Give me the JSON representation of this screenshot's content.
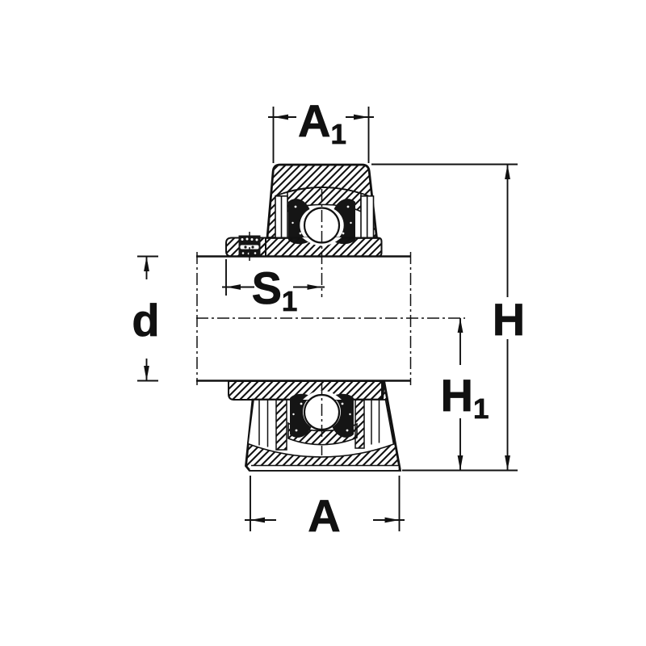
{
  "drawing": {
    "subject": "pillow block ball bearing unit cross-section",
    "view": "side section through shaft",
    "colors": {
      "line": "#111111",
      "background": "#ffffff"
    },
    "labels": {
      "a1": {
        "main": "A",
        "sub": "1"
      },
      "s1": {
        "main": "S",
        "sub": "1"
      },
      "d": {
        "main": "d",
        "sub": ""
      },
      "h": {
        "main": "H",
        "sub": ""
      },
      "h1": {
        "main": "H",
        "sub": "1"
      },
      "a": {
        "main": "A",
        "sub": ""
      }
    }
  }
}
